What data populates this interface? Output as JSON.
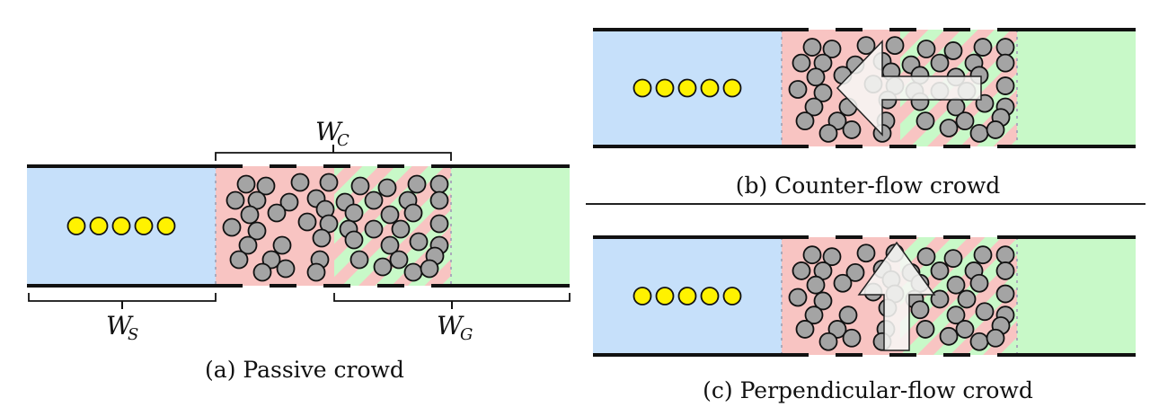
{
  "colors": {
    "start_zone": "#c6e0fa",
    "crowd_zone": "#f8c4c2",
    "goal_zone": "#c8f9c8",
    "stripe_green": "#c8f9c8",
    "agent_fill": "#fff200",
    "crowd_fill": "#a4a4a4",
    "outline": "#111111",
    "arrow_fill": "#f6f6f4"
  },
  "panels": [
    {
      "id": "a",
      "caption": "(a) Passive crowd",
      "flow": "none",
      "agent_count": 5,
      "labels": {
        "start_width": {
          "main": "W",
          "sub": "S"
        },
        "crowd_width": {
          "main": "W",
          "sub": "C"
        },
        "goal_width": {
          "main": "W",
          "sub": "G"
        }
      }
    },
    {
      "id": "b",
      "caption": "(b) Counter-flow crowd",
      "flow": "left",
      "agent_count": 5
    },
    {
      "id": "c",
      "caption": "(c) Perpendicular-flow crowd",
      "flow": "up",
      "agent_count": 5
    }
  ]
}
